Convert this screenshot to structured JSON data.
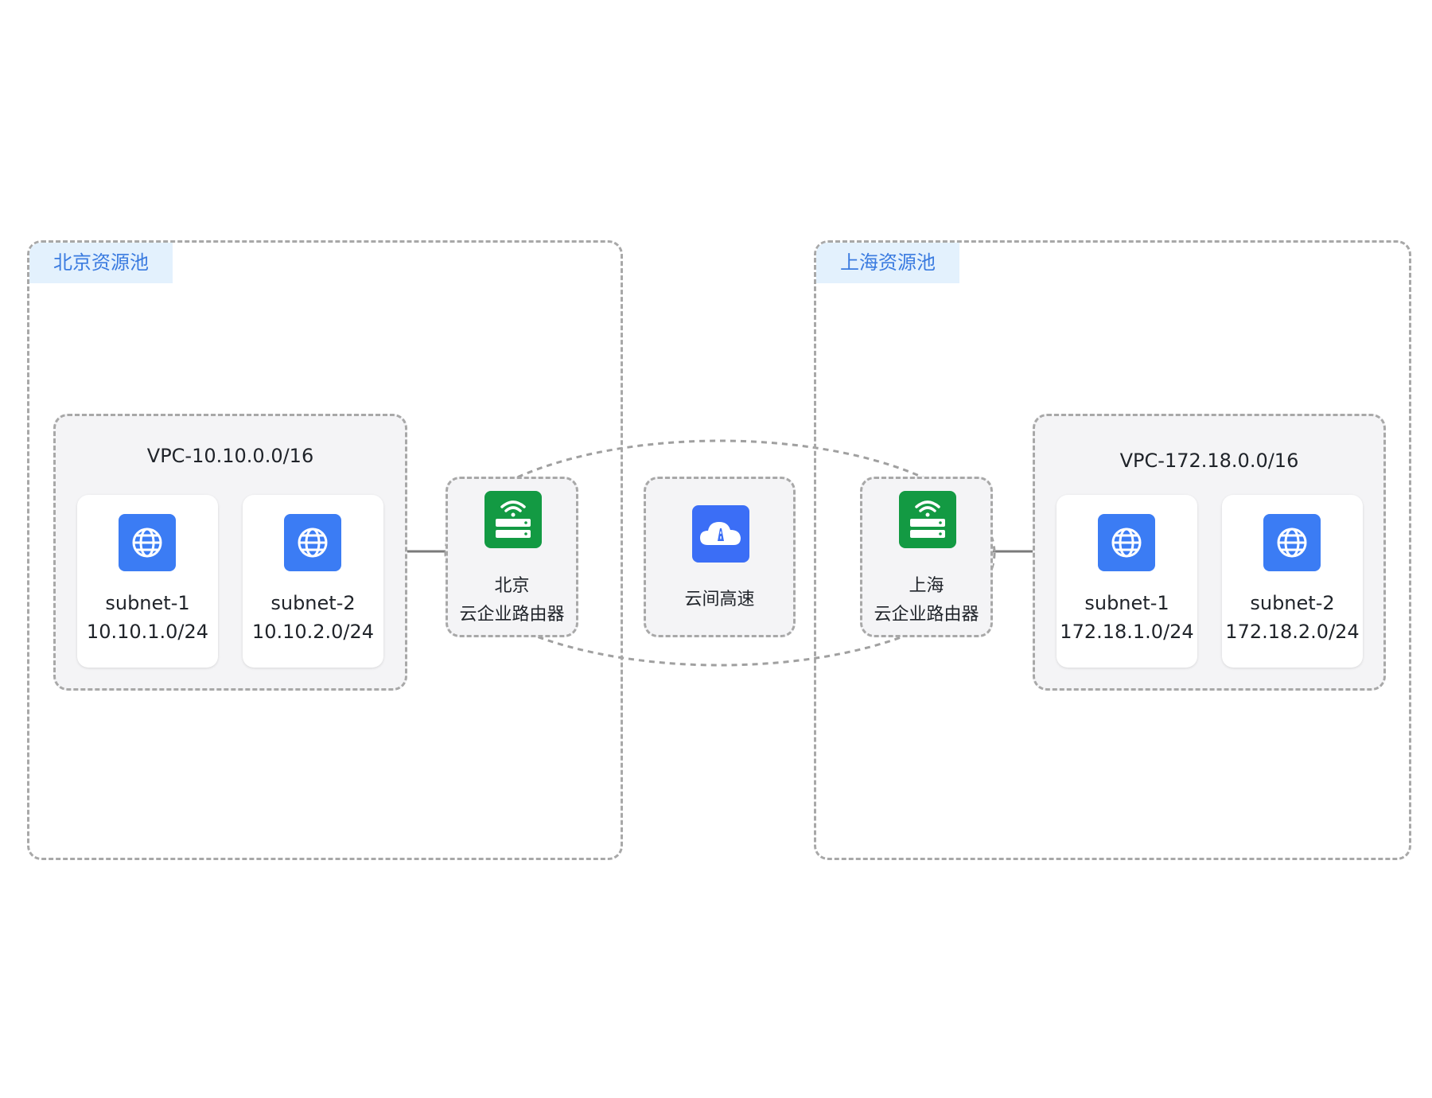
{
  "regions": {
    "beijing": {
      "tag": "北京资源池",
      "vpc": {
        "title": "VPC-10.10.0.0/16",
        "subnets": [
          {
            "name": "subnet-1",
            "cidr": "10.10.1.0/24"
          },
          {
            "name": "subnet-2",
            "cidr": "10.10.2.0/24"
          }
        ]
      },
      "router": {
        "line1": "北京",
        "line2": "云企业路由器"
      }
    },
    "shanghai": {
      "tag": "上海资源池",
      "vpc": {
        "title": "VPC-172.18.0.0/16",
        "subnets": [
          {
            "name": "subnet-1",
            "cidr": "172.18.1.0/24"
          },
          {
            "name": "subnet-2",
            "cidr": "172.18.2.0/24"
          }
        ]
      },
      "router": {
        "line1": "上海",
        "line2": "云企业路由器"
      }
    }
  },
  "backbone": {
    "label": "云间高速"
  },
  "icons": {
    "subnet": "globe-icon",
    "router": "router-icon",
    "backbone": "cloud-highway-icon"
  },
  "colors": {
    "region_tag_bg": "#e3f1fd",
    "region_tag_text": "#3a7be0",
    "subnet_icon": "#3b7cf4",
    "router_icon": "#139a43",
    "backbone_icon": "#3b6ef6"
  }
}
